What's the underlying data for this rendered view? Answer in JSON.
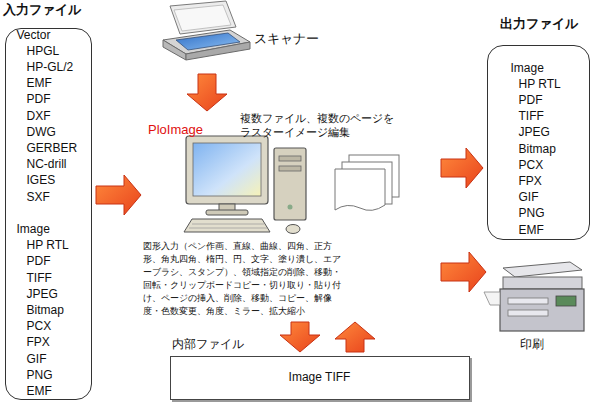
{
  "diagram": {
    "nodes": [
      {
        "text": [
          "入力ファイル",
          "Vector",
          "HPGL",
          "HP-GL/2",
          "EMF",
          "PDF",
          "DXF",
          "DWG",
          "GERBER",
          "NC-drill",
          "IGES",
          "SXF",
          "Image",
          "HP RTL",
          "PDF",
          "TIFF",
          "JPEG",
          "Bitmap",
          "PCX",
          "FPX",
          "GIF",
          "PNG",
          "EMF"
        ]
      },
      {
        "text": [
          "スキャナー"
        ]
      },
      {
        "text": [
          "PloImage"
        ]
      },
      {
        "text": [
          "出力ファイル",
          "Image",
          "HP RTL",
          "PDF",
          "TIFF",
          "JPEG",
          "Bitmap",
          "PCX",
          "FPX",
          "GIF",
          "PNG",
          "EMF"
        ]
      },
      {
        "text": [
          "印刷"
        ]
      },
      {
        "text": [
          "内部ファイル",
          "Image TIFF"
        ]
      }
    ],
    "edges": [
      {
        "from": 0,
        "to": 2,
        "arrow": "to"
      },
      {
        "from": 1,
        "to": 2,
        "arrow": "to"
      },
      {
        "from": 2,
        "to": 3,
        "arrow": "to"
      },
      {
        "from": 2,
        "to": 4,
        "arrow": "to"
      },
      {
        "from": 2,
        "to": 5,
        "arrow": "to"
      },
      {
        "from": 5,
        "to": 2,
        "arrow": "to"
      }
    ],
    "labels": [
      "複数ファイル、複数のページをラスターイメージ編集",
      "図形入力（ペン作画、直線、曲線、四角、正方形、角丸四角、楕円、円、文字、塗り潰し、エアーブラシ、スタンプ）、領域指定の削除、移動・回転・クリップボードコピー・切り取り・貼り付け、ページの挿入、削除、移動、コピー、解像度・色数変更、角度、ミラー、拡大縮小"
    ]
  }
}
